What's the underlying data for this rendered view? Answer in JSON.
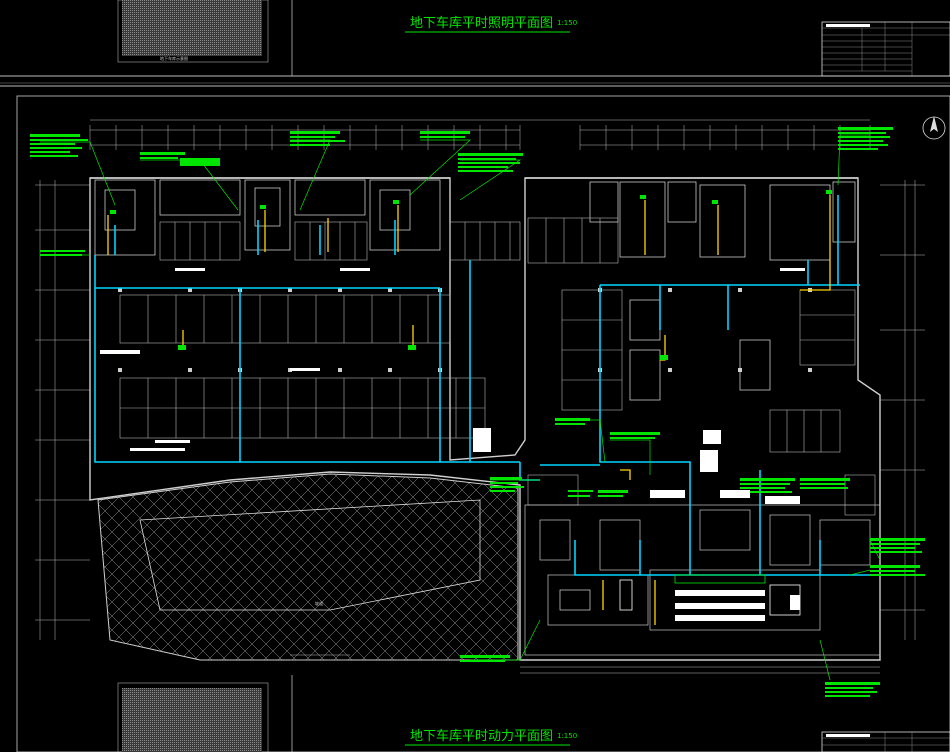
{
  "drawing": {
    "top_title": "地下车库平时照明平面图",
    "top_scale": "1:150",
    "bottom_title": "地下车库平时动力平面图",
    "bottom_scale": "1:150",
    "thumb_caption": "地下车库示意图"
  },
  "colors": {
    "background": "#000000",
    "wall": "#cfcfcf",
    "cyan": "#00d5ff",
    "green": "#00e600",
    "yellow": "#ffd400",
    "white": "#ffffff"
  }
}
